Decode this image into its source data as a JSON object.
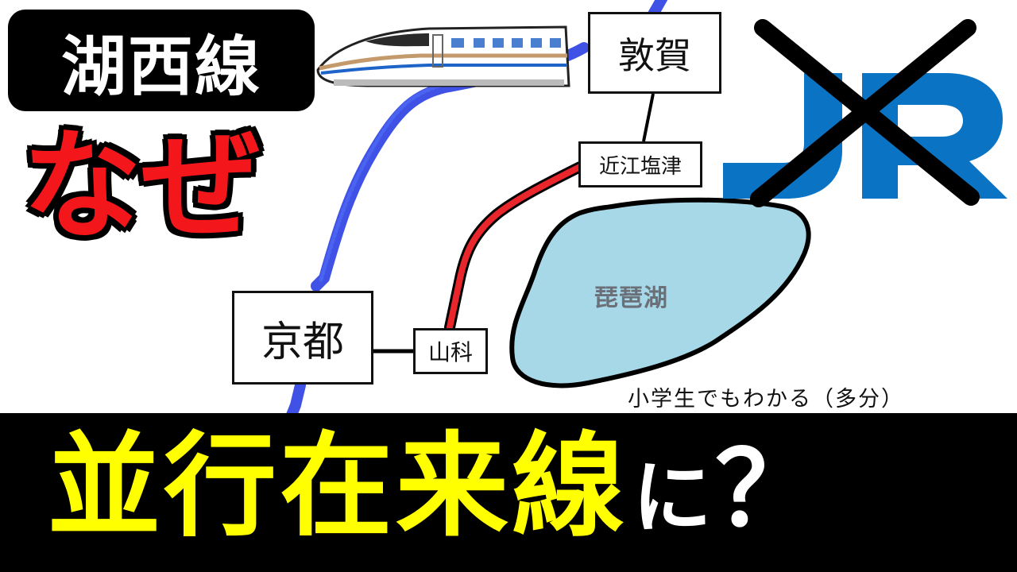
{
  "title": "湖西線",
  "naze": "なぜ",
  "stations": {
    "tsuruga": "敦賀",
    "omishiotsu": "近江塩津",
    "kyoto": "京都",
    "yamashina": "山科"
  },
  "lake": "琵琶湖",
  "caption": "小学生でもわかる（多分）",
  "bottom": {
    "main": "並行在来線",
    "particle": "に",
    "question": "？"
  },
  "colors": {
    "accent_red": "#f3161b",
    "line_red": "#e8262b",
    "lake_blue": "#a6d8e8",
    "jr_blue": "#0a73c4",
    "shinkansen_blue": "#1e34e0",
    "band_black": "#000000",
    "bottom_yellow": "#ffff00"
  },
  "icons": {
    "train": "shinkansen-train-icon",
    "jr_logo": "jr-logo-crossed-icon"
  }
}
